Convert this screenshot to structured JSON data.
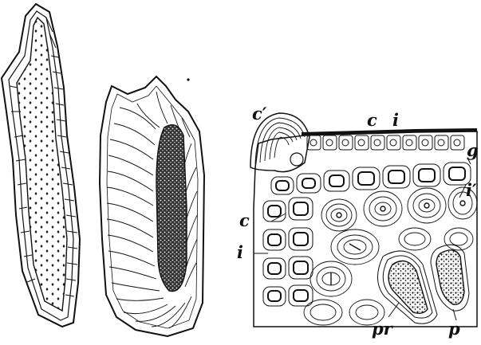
{
  "figure": {
    "labels": {
      "c_prime": "c′",
      "c_top": "c",
      "i_top": "i",
      "g": "g",
      "i_prime": "i′",
      "c_left": "c",
      "i_left": "i",
      "pr": "pr",
      "p": "p"
    }
  }
}
